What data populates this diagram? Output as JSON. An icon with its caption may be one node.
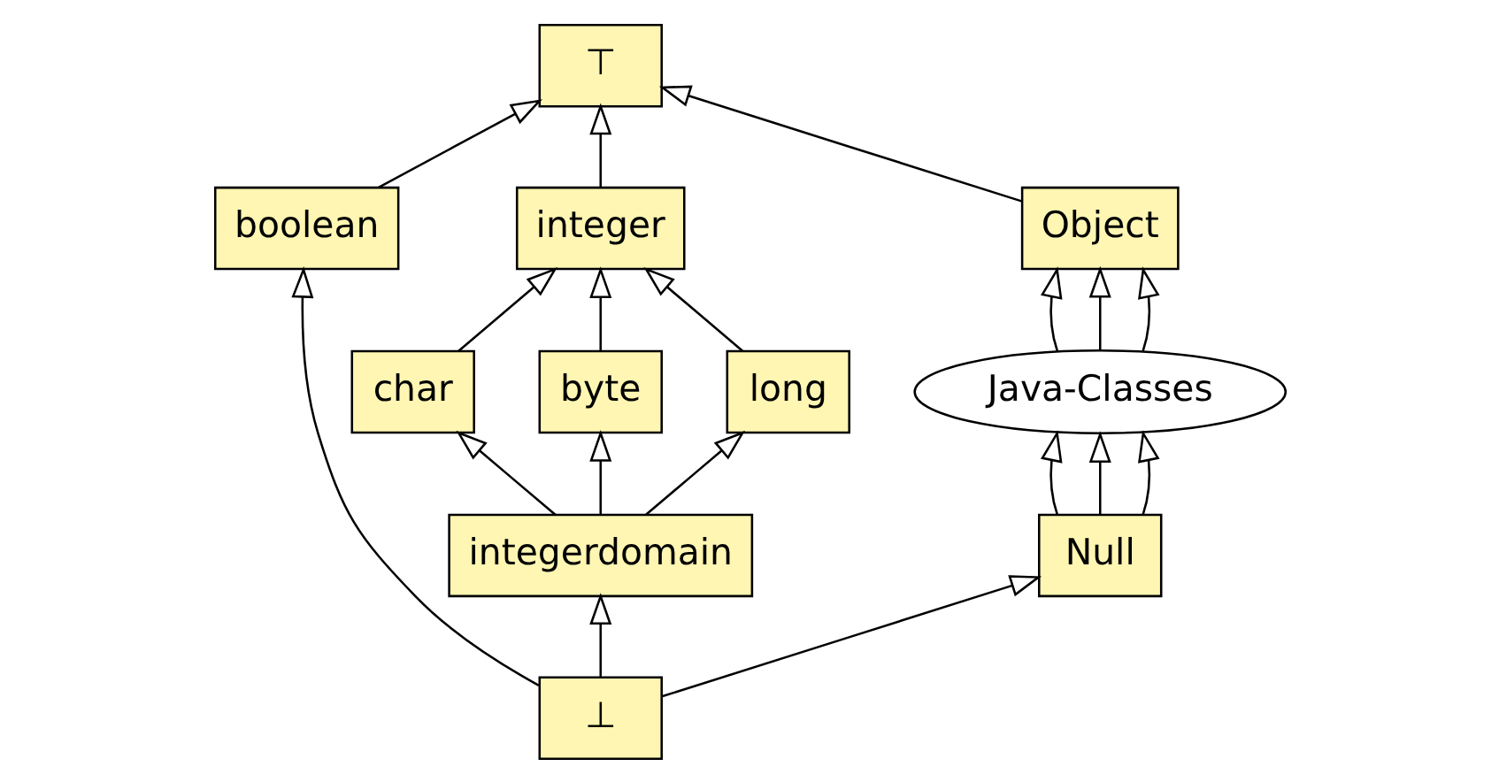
{
  "diagram": {
    "nodes": [
      {
        "text": [
          "⊤"
        ]
      },
      {
        "text": [
          "integer"
        ]
      },
      {
        "text": [
          "Object"
        ]
      },
      {
        "text": [
          "char"
        ]
      },
      {
        "text": [
          "byte"
        ]
      },
      {
        "text": [
          "long"
        ]
      },
      {
        "text": [
          "boolean"
        ]
      },
      {
        "text": [
          "Java-Classes"
        ]
      },
      {
        "text": [
          "integerdomain"
        ]
      },
      {
        "text": [
          "Null"
        ]
      },
      {
        "text": [
          "⊥"
        ]
      }
    ],
    "edges": [
      {
        "from": 1,
        "to": 0,
        "arrow": "to"
      },
      {
        "from": 6,
        "to": 0,
        "arrow": "to"
      },
      {
        "from": 2,
        "to": 0,
        "arrow": "to"
      },
      {
        "from": 3,
        "to": 1,
        "arrow": "to"
      },
      {
        "from": 4,
        "to": 1,
        "arrow": "to"
      },
      {
        "from": 5,
        "to": 1,
        "arrow": "to"
      },
      {
        "from": 7,
        "to": 2,
        "arrow": "to"
      },
      {
        "from": 7,
        "to": 2,
        "arrow": "to"
      },
      {
        "from": 7,
        "to": 2,
        "arrow": "to"
      },
      {
        "from": 8,
        "to": 3,
        "arrow": "to"
      },
      {
        "from": 8,
        "to": 4,
        "arrow": "to"
      },
      {
        "from": 8,
        "to": 5,
        "arrow": "to"
      },
      {
        "from": 9,
        "to": 7,
        "arrow": "to"
      },
      {
        "from": 9,
        "to": 7,
        "arrow": "to"
      },
      {
        "from": 9,
        "to": 7,
        "arrow": "to"
      },
      {
        "from": 10,
        "to": 8,
        "arrow": "to"
      },
      {
        "from": 10,
        "to": 6,
        "arrow": "to"
      },
      {
        "from": 10,
        "to": 9,
        "arrow": "to"
      }
    ]
  }
}
